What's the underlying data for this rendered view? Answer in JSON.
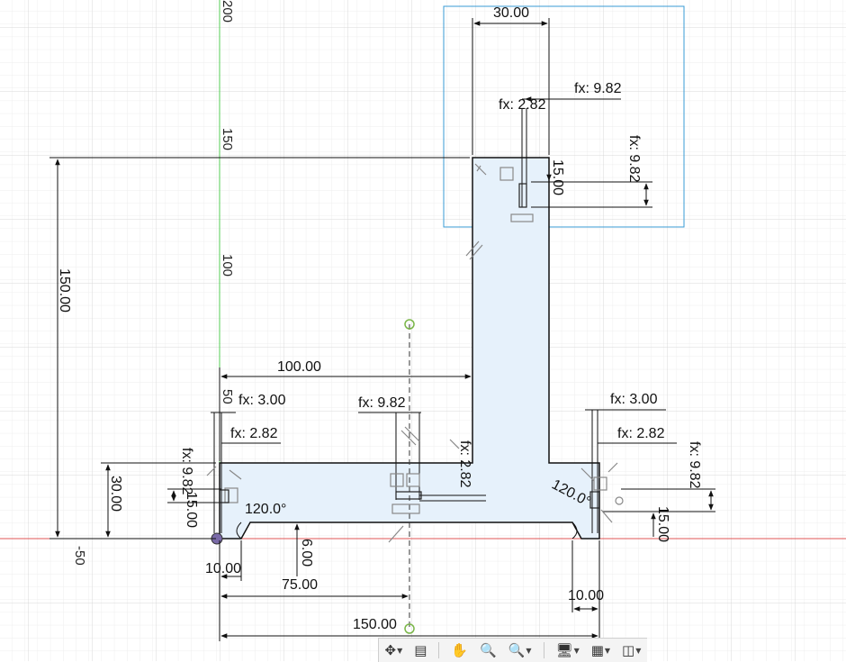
{
  "colors": {
    "profile_fill": "#e6f1fb",
    "sketch_line": "#111111",
    "x_axis": "#e05555",
    "y_axis": "#55cc55",
    "selection_box": "#3a9bd5",
    "grid_minor": "#eeeeee",
    "grid_major": "#dadada"
  },
  "axis_labels": {
    "y_200": "200",
    "y_150": "150",
    "y_100": "100",
    "y_50": "50",
    "x_neg50": "-50"
  },
  "dimensions": {
    "top_width": "30.00",
    "overall_height": "150.00",
    "inner_width": "100.00",
    "base_height": "30.00",
    "fillet_left_top": "15.00",
    "chamfer_depth": "6.00",
    "center_offset": "75.00",
    "overall_width": "150.00",
    "left_pad": "10.00",
    "right_pad": "10.00",
    "right_vertical": "15.00",
    "top_vertical": "15.00",
    "left_angle": "120.0°",
    "right_angle": "120.0°"
  },
  "constraints": {
    "top_fx_982": "fx: 9.82",
    "top_fx_282": "fx: 2.82",
    "top_fx_982_v": "fx: 9.82",
    "left_fx_300": "fx: 3.00",
    "left_fx_282": "fx: 2.82",
    "left_fx_982_v": "fx: 9.82",
    "mid_fx_982": "fx: 9.82",
    "mid_fx_282_v": "fx: 2.82",
    "right_fx_300": "fx: 3.00",
    "right_fx_282": "fx: 2.82",
    "right_fx_982_v": "fx: 9.82"
  },
  "toolbar": {
    "items": [
      {
        "name": "orbit-tool",
        "icon": "✥"
      },
      {
        "name": "look-at-tool",
        "icon": "▤"
      },
      {
        "name": "pan-tool",
        "icon": "✋"
      },
      {
        "name": "zoom-tool",
        "icon": "🔍"
      },
      {
        "name": "zoom-window-tool",
        "icon": "🔍"
      },
      {
        "name": "display-settings",
        "icon": "🖥"
      },
      {
        "name": "grid-settings",
        "icon": "▦"
      },
      {
        "name": "viewports",
        "icon": "◫"
      }
    ]
  }
}
